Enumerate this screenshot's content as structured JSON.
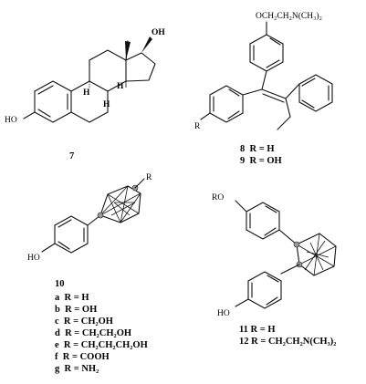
{
  "compound7": {
    "number": "7",
    "oh_left": "HO",
    "oh_right": "OH",
    "h_labels": [
      "H",
      "H",
      "H"
    ]
  },
  "compound8_9": {
    "side_chain": "OCH₂CH₂N(CH₃)₂",
    "r_label": "R",
    "legend": [
      {
        "num": "8",
        "text": "R = H"
      },
      {
        "num": "9",
        "text": "R = OH"
      }
    ]
  },
  "compound10": {
    "number": "10",
    "r_label": "R",
    "oh_label": "HO",
    "legend": [
      {
        "num": "a",
        "text": "R = H"
      },
      {
        "num": "b",
        "text": "R = OH"
      },
      {
        "num": "c",
        "text": "R = CH₂OH"
      },
      {
        "num": "d",
        "text": "R = CH₂CH₂OH"
      },
      {
        "num": "e",
        "text": "R = CH₂CH₂CH₂OH"
      },
      {
        "num": "f",
        "text": "R = COOH"
      },
      {
        "num": "g",
        "text": "R = NH₂"
      }
    ]
  },
  "compound11_12": {
    "ro_label": "RO",
    "oh_label": "HO",
    "legend": [
      {
        "num": "11",
        "text": "R = H"
      },
      {
        "num": "12",
        "text": "R = CH₂CH₂N(CH₃)₂"
      }
    ]
  }
}
